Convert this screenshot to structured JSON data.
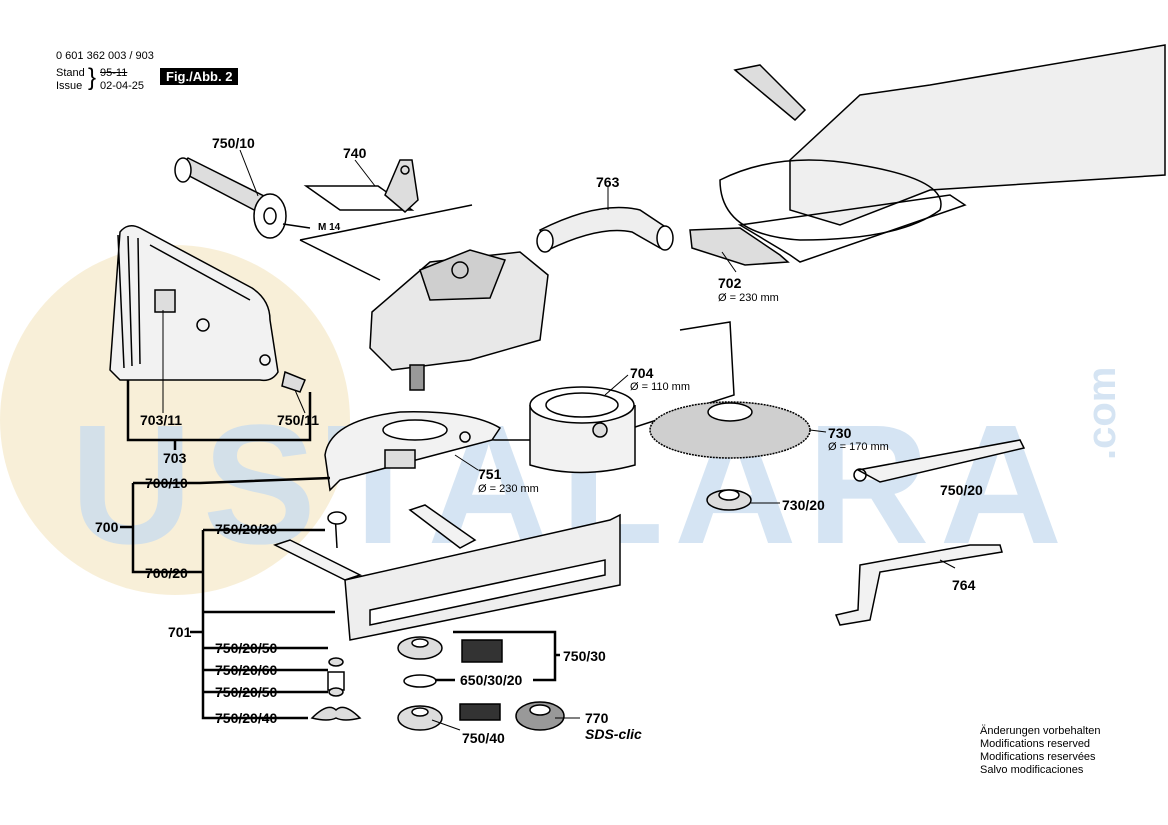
{
  "header": {
    "doc_number": "0 601 362 003 / 903",
    "stand_label": "Stand",
    "stand_value": "95-11",
    "issue_label": "Issue",
    "issue_value": "02-04-25",
    "figure_badge": "Fig./Abb. 2"
  },
  "watermark": {
    "text": "USTALARA",
    "suffix": ".com",
    "color": "#c7dcef",
    "circle_color": "#f3e2b8"
  },
  "parts": {
    "p750_10": "750/10",
    "p740": "740",
    "p763": "763",
    "p702": "702",
    "p702_dim": "Ø = 230 mm",
    "m14": "M 14",
    "p704": "704",
    "p704_dim": "Ø = 110 mm",
    "p730": "730",
    "p730_dim": "Ø = 170 mm",
    "p703_11": "703/11",
    "p750_11": "750/11",
    "p703": "703",
    "p751": "751",
    "p751_dim": "Ø = 230 mm",
    "p730_20": "730/20",
    "p750_20": "750/20",
    "p700_10": "700/10",
    "p700": "700",
    "p700_20": "700/20",
    "p750_20_30": "750/20/30",
    "p764": "764",
    "p701": "701",
    "p750_20_50a": "750/20/50",
    "p750_20_60": "750/20/60",
    "p750_20_50b": "750/20/50",
    "p750_20_40": "750/20/40",
    "p750_30": "750/30",
    "p650_30_20": "650/30/20",
    "p770": "770",
    "sds": "SDS-clic",
    "p750_40": "750/40"
  },
  "notes": [
    "Änderungen vorbehalten",
    "Modifications reserved",
    "Modifications reservées",
    "Salvo modificaciones"
  ]
}
